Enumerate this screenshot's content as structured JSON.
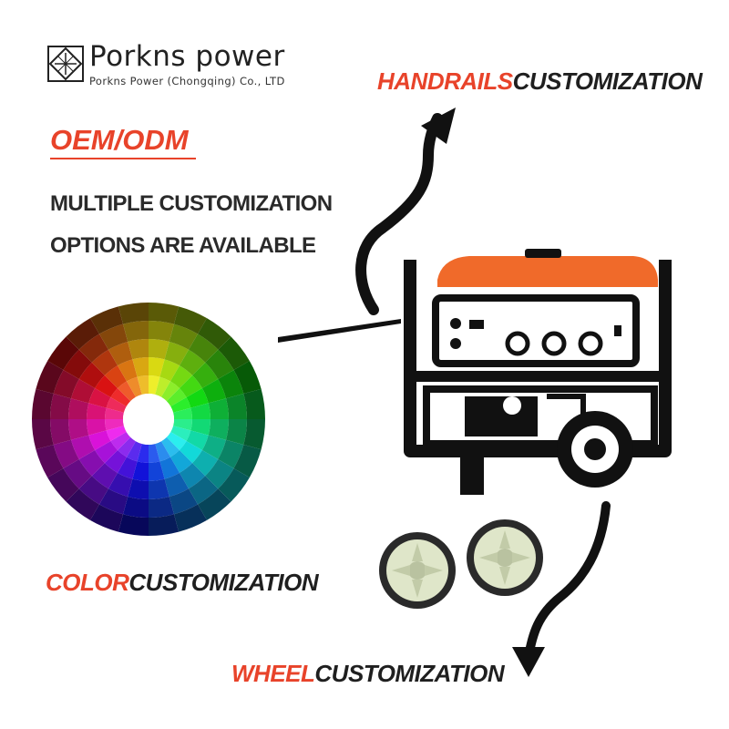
{
  "brand": {
    "name": "Porkns power",
    "subtitle": "Porkns Power (Chongqing) Co., LTD"
  },
  "headline": {
    "oem": "OEM/ODM",
    "line1": "MULTIPLE CUSTOMIZATION",
    "line2": "OPTIONS ARE AVAILABLE"
  },
  "captions": {
    "handrails": {
      "accent": "HANDRAILS",
      "rest": "CUSTOMIZATION"
    },
    "color": {
      "accent": "COLOR",
      "rest": "CUSTOMIZATION"
    },
    "wheel": {
      "accent": "WHEEL",
      "rest": "CUSTOMIZATION"
    }
  },
  "colors": {
    "accent": "#e8432a",
    "generator_tank": "#f06a2a",
    "dark": "#1f1f1f",
    "wheel_body": "#dfe6c9"
  },
  "icons": [
    "logo-mark",
    "color-wheel",
    "generator-illustration",
    "curved-arrow",
    "spare-wheel"
  ]
}
